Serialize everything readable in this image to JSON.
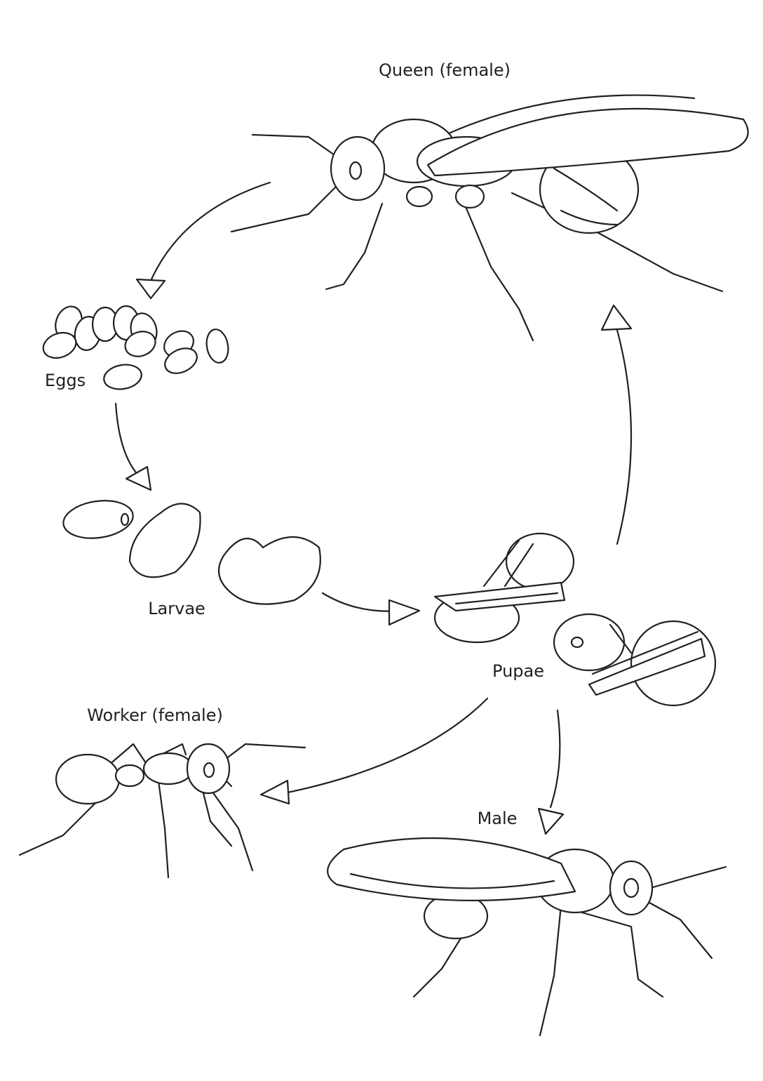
{
  "title": "",
  "stages": {
    "queen": "Queen (female)",
    "eggs": "Eggs",
    "larvae": "Larvae",
    "pupae": "Pupae",
    "worker": "Worker (female)",
    "male": "Male"
  },
  "colors": {
    "line": "#231f20",
    "background": "#ffffff"
  }
}
